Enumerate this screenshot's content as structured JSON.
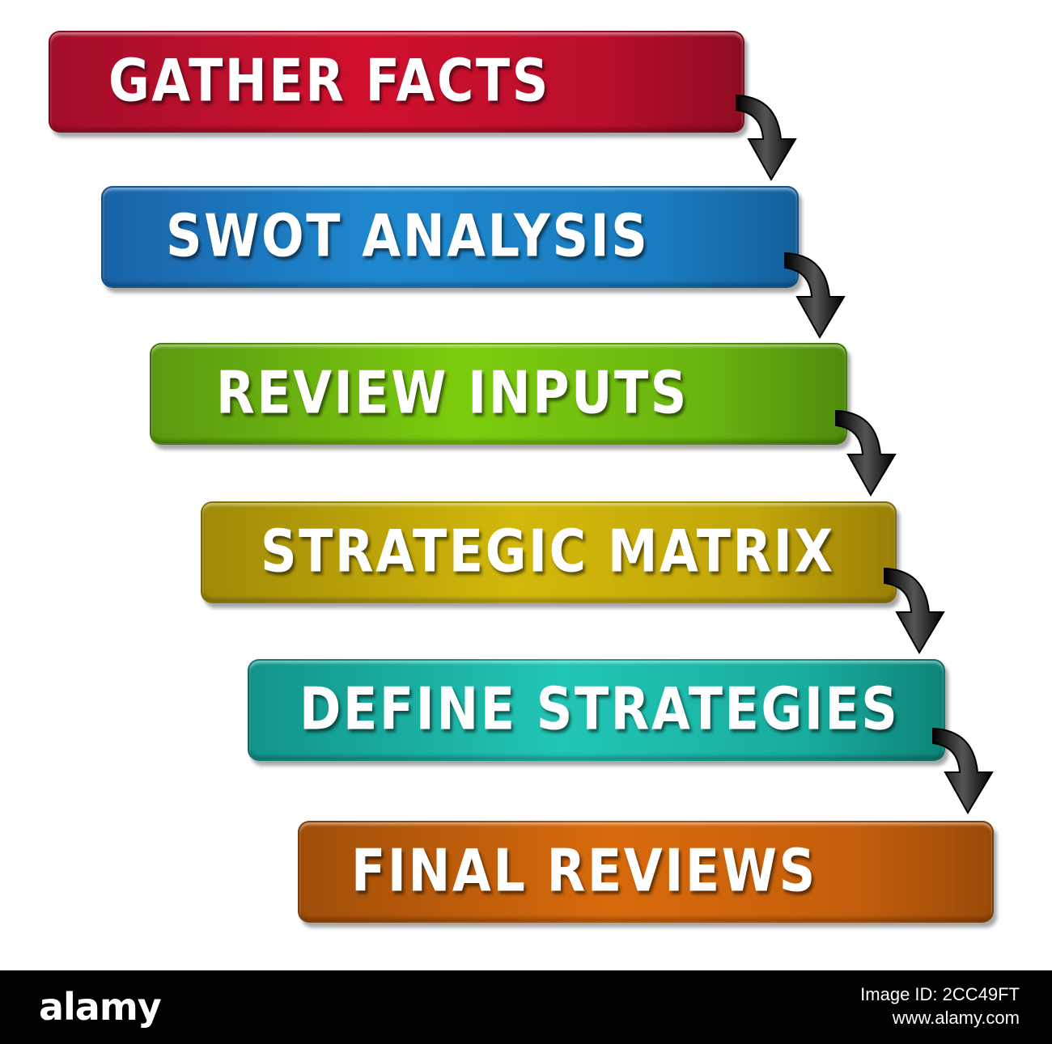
{
  "steps": [
    {
      "label": "GATHER FACTS",
      "color": "#c4102c"
    },
    {
      "label": "SWOT ANALYSIS",
      "color": "#1e80c6"
    },
    {
      "label": "REVIEW INPUTS",
      "color": "#6fbe0e"
    },
    {
      "label": "STRATEGIC MATRIX",
      "color": "#c6aa0a"
    },
    {
      "label": "DEFINE STRATEGIES",
      "color": "#1bb6a8"
    },
    {
      "label": "FINAL REVIEWS",
      "color": "#cc640c"
    }
  ],
  "footer": {
    "brand": "alamy",
    "image_id": "Image ID: 2CC49FT",
    "url": "www.alamy.com"
  }
}
